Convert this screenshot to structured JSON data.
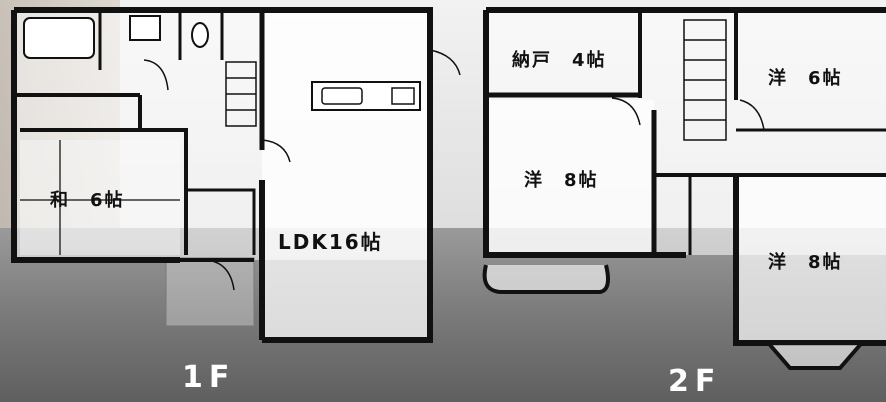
{
  "floor1": {
    "label": "1F",
    "rooms": {
      "washitsu": "和　6帖",
      "ldk": "LDK16帖"
    }
  },
  "floor2": {
    "label": "2F",
    "rooms": {
      "nando": "納戸　4帖",
      "yo8_left": "洋　8帖",
      "yo6": "洋　6帖",
      "yo8_right": "洋　8帖"
    }
  },
  "colors": {
    "wall": "#111111",
    "room_fill": "#ffffff",
    "floor_label": "#ffffff"
  }
}
